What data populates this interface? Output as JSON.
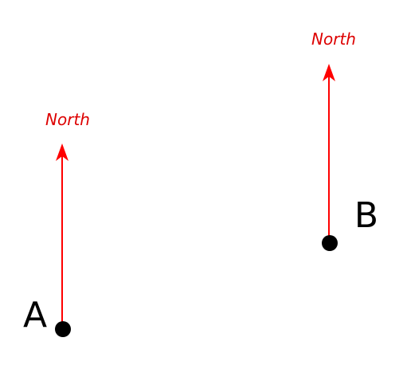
{
  "colors": {
    "arrow": "#ff0000",
    "point": "#000000",
    "label": "#000000",
    "background": "#ffffff"
  },
  "points": [
    {
      "id": "a",
      "label": "A",
      "arrow_label": "North"
    },
    {
      "id": "b",
      "label": "B",
      "arrow_label": "North"
    }
  ]
}
